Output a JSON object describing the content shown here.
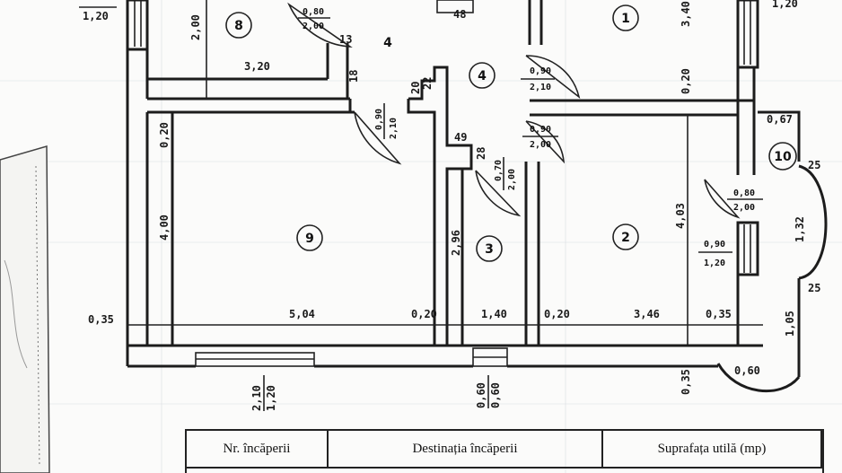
{
  "rooms": [
    "1",
    "2",
    "3",
    "4",
    "4",
    "8",
    "9",
    "10"
  ],
  "dimensions": {
    "d_120_topleft": "1,20",
    "d_200_top8": "2,00",
    "d_320": "3,20",
    "d_020_left": "0,20",
    "d_400": "4,00",
    "d_504": "5,04",
    "d_020_a": "0,20",
    "d_140": "1,40",
    "d_020_b": "0,20",
    "d_346": "3,46",
    "d_035_right": "0,35",
    "d_035_left": "0,35",
    "d_296": "2,96",
    "d_403": "4,03",
    "d_020_mid": "0,20",
    "d_340_top": "3,40",
    "d_120_topright": "1,20",
    "d_067": "0,67",
    "d_25_a": "25",
    "d_132": "1,32",
    "d_25_b": "25",
    "d_105": "1,05",
    "d_060_bottom": "0,60",
    "d_035_bottom": "0,35",
    "d_48_top": "48",
    "d_13": "13",
    "d_18": "18",
    "d_20_a": "20",
    "d_22": "22",
    "d_49": "49",
    "d_28": "28",
    "win_bottom_left_a": "2,10",
    "win_bottom_left_b": "1,20",
    "win_bottom_mid_a": "0,60",
    "win_bottom_mid_b": "0,60"
  },
  "doors": {
    "door_8": {
      "w": "0,80",
      "h": "2,00"
    },
    "door_9": {
      "w": "0,90",
      "h": "2,10"
    },
    "door_1": {
      "w": "0,90",
      "h": "2,10"
    },
    "door_2": {
      "w": "0,90",
      "h": "2,00"
    },
    "door_3": {
      "w": "0,70",
      "h": "2,00"
    },
    "door_10": {
      "w": "0,80",
      "h": "2,00"
    },
    "win_right": {
      "w": "0,90",
      "h": "1,20"
    }
  },
  "legend": {
    "col1": "Nr. încăperii",
    "col2": "Destinația încăperii",
    "col3": "Suprafața utilă (mp)"
  },
  "colors": {
    "ink": "#1c1c1c",
    "paper": "#fbfbfa"
  }
}
